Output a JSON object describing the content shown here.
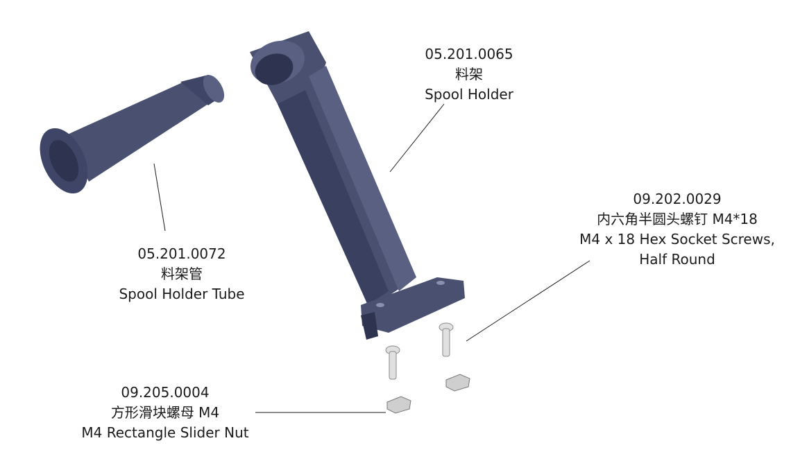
{
  "parts": [
    {
      "id": "spool-holder",
      "code": "05.201.0065",
      "name_cn": "料架",
      "name_en": "Spool Holder"
    },
    {
      "id": "spool-holder-tube",
      "code": "05.201.0072",
      "name_cn": "料架管",
      "name_en": "Spool Holder Tube"
    },
    {
      "id": "hex-socket-screws",
      "code": "09.202.0029",
      "name_cn": "内六角半圆头螺钉 M4*18",
      "name_en": "M4 x 18 Hex Socket Screws,",
      "name_en_2": "Half Round"
    },
    {
      "id": "slider-nut",
      "code": "09.205.0004",
      "name_cn": "方形滑块螺母 M4",
      "name_en": "M4 Rectangle Slider Nut"
    }
  ],
  "colors": {
    "part": "#4a5070",
    "part_dark": "#2e3350",
    "part_light": "#6a7194",
    "hardware": "#d8d8d8",
    "line": "#1a1a1a"
  }
}
